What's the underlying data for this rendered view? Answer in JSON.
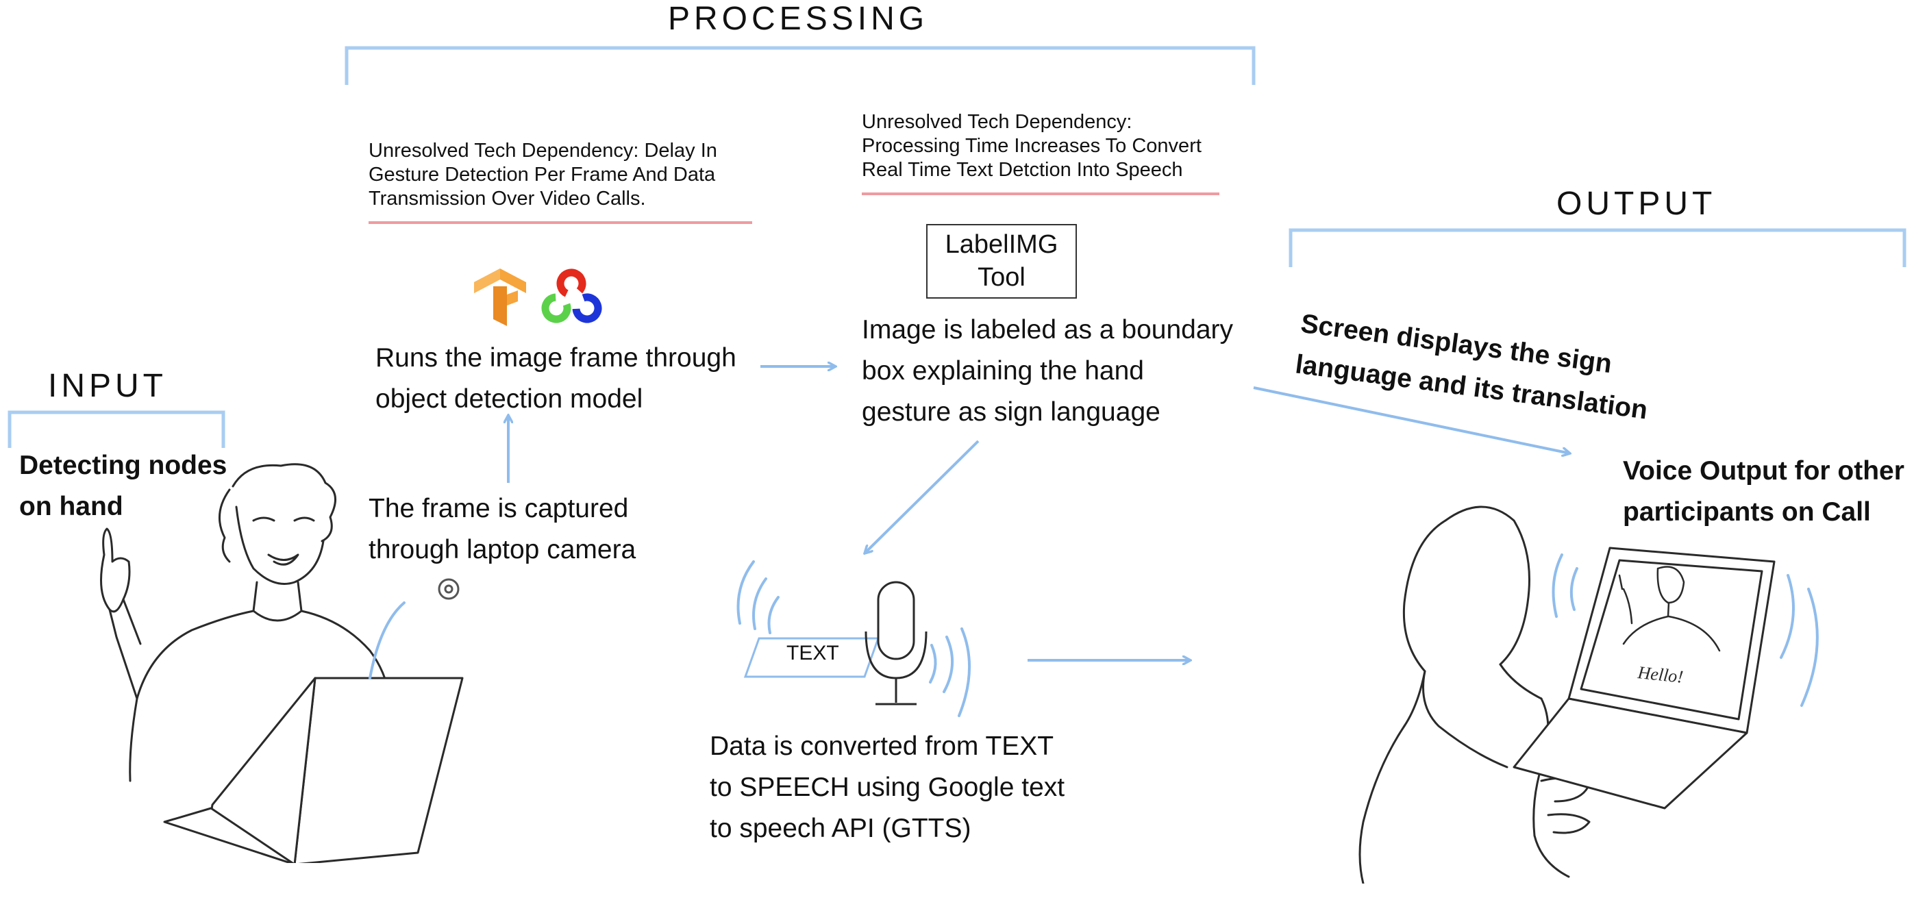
{
  "sections": {
    "input": "INPUT",
    "processing": "PROCESSING",
    "output": "OUTPUT"
  },
  "input": {
    "caption": "Detecting nodes on hand",
    "caption_lines": [
      "Detecting nodes",
      "on hand"
    ]
  },
  "processing": {
    "note_left_lines": [
      "Unresolved Tech Dependency: Delay In",
      "Gesture Detection Per Frame And Data",
      "Transmission Over Video Calls."
    ],
    "note_right_lines": [
      "Unresolved Tech Dependency:",
      "Processing Time Increases To Convert",
      "Real Time Text Detction Into Speech"
    ],
    "model_step_lines": [
      "Runs the image frame through",
      "object detection model"
    ],
    "capture_step_lines": [
      "The frame is captured",
      "through laptop camera"
    ],
    "tool_box_lines": [
      "LabelIMG",
      "Tool"
    ],
    "label_step_lines": [
      "Image is labeled as a boundary",
      "box explaining the hand",
      "gesture as sign language"
    ],
    "text_tag": "TEXT",
    "tts_step_lines": [
      "Data is converted from TEXT",
      "to SPEECH using Google text",
      "to speech API (GTTS)"
    ]
  },
  "output": {
    "screen_caption_lines": [
      "Screen displays the sign",
      "language and its translation"
    ],
    "voice_caption_lines": [
      "Voice Output for other",
      "participants on Call"
    ],
    "screen_handwriting": "Hello!"
  },
  "colors": {
    "bracket": "#a9cdf2",
    "arrow": "#8fbcec",
    "underline": "#ef9ba0",
    "sketch": "#2a2a2a"
  },
  "icons": [
    "tensorflow-logo",
    "opencv-logo",
    "microphone-icon",
    "webcam-icon",
    "sound-wave-icon"
  ]
}
